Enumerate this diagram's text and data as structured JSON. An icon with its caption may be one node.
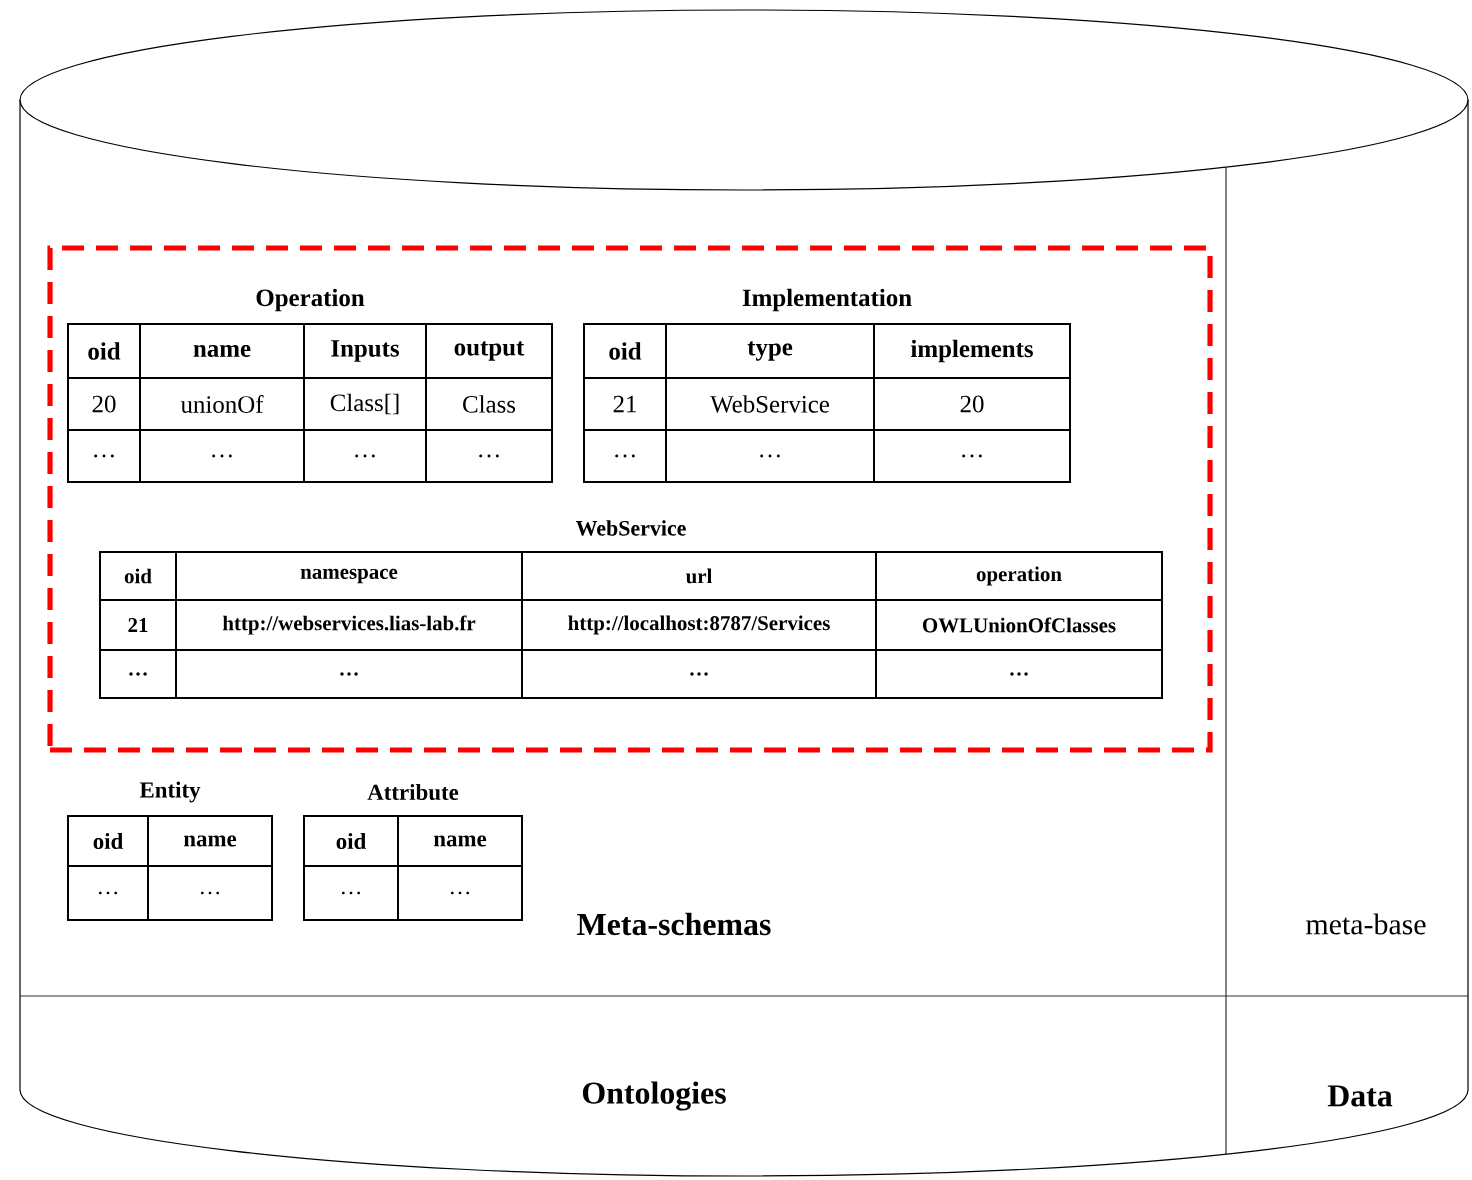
{
  "diagram": {
    "nodes": [
      {
        "text": [],
        "shape": "cylinder"
      },
      {
        "text": [],
        "shape": "box",
        "in": 0
      },
      {
        "text": [
          "Operation",
          "oid",
          "name",
          "Inputs",
          "output",
          "20",
          "unionOf",
          "Class[]",
          "Class",
          "…",
          "…",
          "…",
          "…"
        ],
        "in": 1
      },
      {
        "text": [
          "Implementation",
          "oid",
          "type",
          "implements",
          "21",
          "WebService",
          "20",
          "…",
          "…",
          "…"
        ],
        "in": 1
      },
      {
        "text": [
          "WebService",
          "oid",
          "namespace",
          "url",
          "operation",
          "21",
          "http://webservices.lias-lab.fr",
          "http://localhost:8787/Services",
          "OWLUnionOfClasses",
          "…",
          "…",
          "…",
          "…"
        ],
        "in": 1
      },
      {
        "text": [
          "Entity",
          "oid",
          "name",
          "…",
          "…"
        ],
        "in": 0
      },
      {
        "text": [
          "Attribute",
          "oid",
          "name",
          "…",
          "…"
        ],
        "in": 0
      }
    ],
    "edges": [],
    "labels": [
      "Meta-schemas",
      "meta-base",
      "Ontologies",
      "Data"
    ]
  }
}
